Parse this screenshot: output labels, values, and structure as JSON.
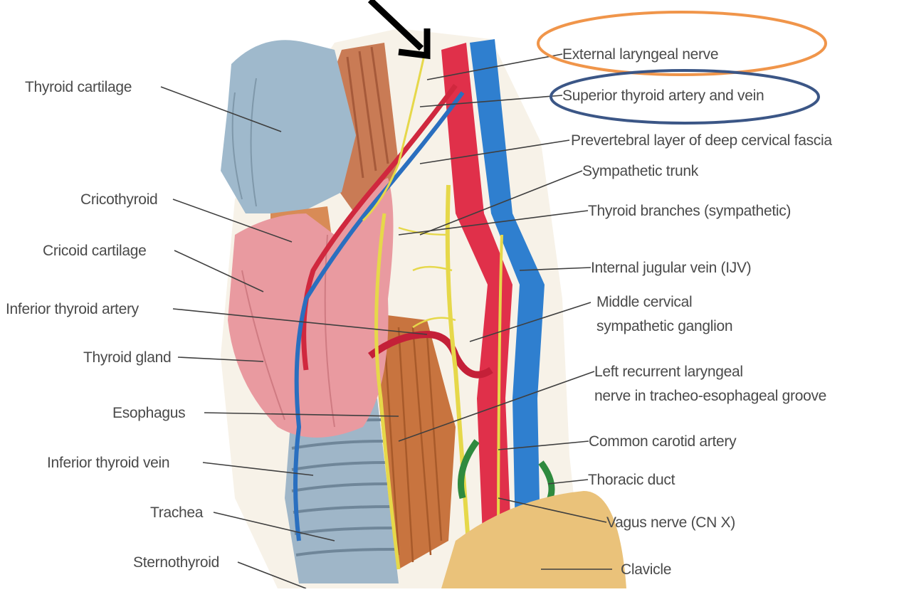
{
  "labels_left": {
    "thyroid_cartilage": "Thyroid cartilage",
    "cricothyroid": "Cricothyroid",
    "cricoid_cartilage": "Cricoid cartilage",
    "inferior_thyroid_artery": "Inferior thyroid artery",
    "thyroid_gland": "Thyroid gland",
    "esophagus": "Esophagus",
    "inferior_thyroid_vein": "Inferior thyroid vein",
    "trachea": "Trachea",
    "sternothyroid": "Sternothyroid"
  },
  "labels_right": {
    "external_laryngeal_nerve": "External laryngeal nerve",
    "superior_thyroid_artery_vein": "Superior thyroid artery and vein",
    "prevertebral_layer": "Prevertebral layer of deep cervical fascia",
    "sympathetic_trunk": "Sympathetic trunk",
    "thyroid_branches": "Thyroid branches (sympathetic)",
    "internal_jugular_vein": "Internal jugular vein (IJV)",
    "middle_cervical_1": "Middle cervical",
    "middle_cervical_2": "sympathetic ganglion",
    "left_recurrent_1": "Left recurrent laryngeal",
    "left_recurrent_2": "nerve in tracheo-esophageal groove",
    "common_carotid": "Common carotid artery",
    "thoracic_duct": "Thoracic duct",
    "vagus_nerve": "Vagus nerve (CN X)",
    "clavicle": "Clavicle"
  },
  "highlight_colors": {
    "orange_ellipse": "#f0954a",
    "blue_ellipse": "#3b5686",
    "pointer_arrow": "#000000"
  }
}
